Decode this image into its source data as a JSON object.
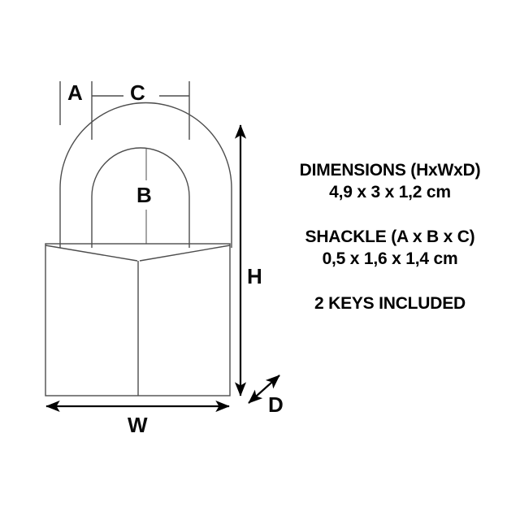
{
  "diagram": {
    "title": "padlock-dimension-diagram",
    "product": "padlock",
    "stroke_color": "#4d4d4d",
    "arrow_color": "#000000",
    "background": "#ffffff",
    "labels": {
      "a": "A",
      "b": "B",
      "c": "C",
      "d": "D",
      "h": "H",
      "w": "W"
    },
    "measurement_meanings": {
      "a": "shackle thickness",
      "b": "shackle inner clearance height",
      "c": "shackle outer width",
      "d": "depth",
      "h": "height",
      "w": "width"
    }
  },
  "specs": {
    "dimensions_label": "DIMENSIONS (HxWxD)",
    "dimensions_value": "4,9 x 3 x 1,2 cm",
    "shackle_label": "SHACKLE (A x B x C)",
    "shackle_value": "0,5 x 1,6 x 1,4 cm",
    "keys_included": "2 KEYS INCLUDED"
  }
}
